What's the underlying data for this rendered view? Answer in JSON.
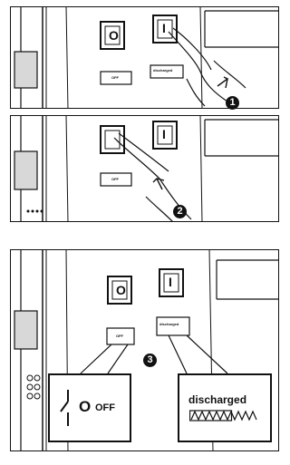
{
  "steps": [
    "1",
    "2",
    "3"
  ],
  "off_button_symbol": "O",
  "on_button_symbol": "I",
  "off_indicator_text": "OFF",
  "discharged_label": "discharged",
  "icons": {
    "off_switch": "open-switch-icon",
    "discharged": "zigzag-resistor-icon"
  },
  "colors": {
    "line": "#111111",
    "screen": "#d8d8d8"
  }
}
